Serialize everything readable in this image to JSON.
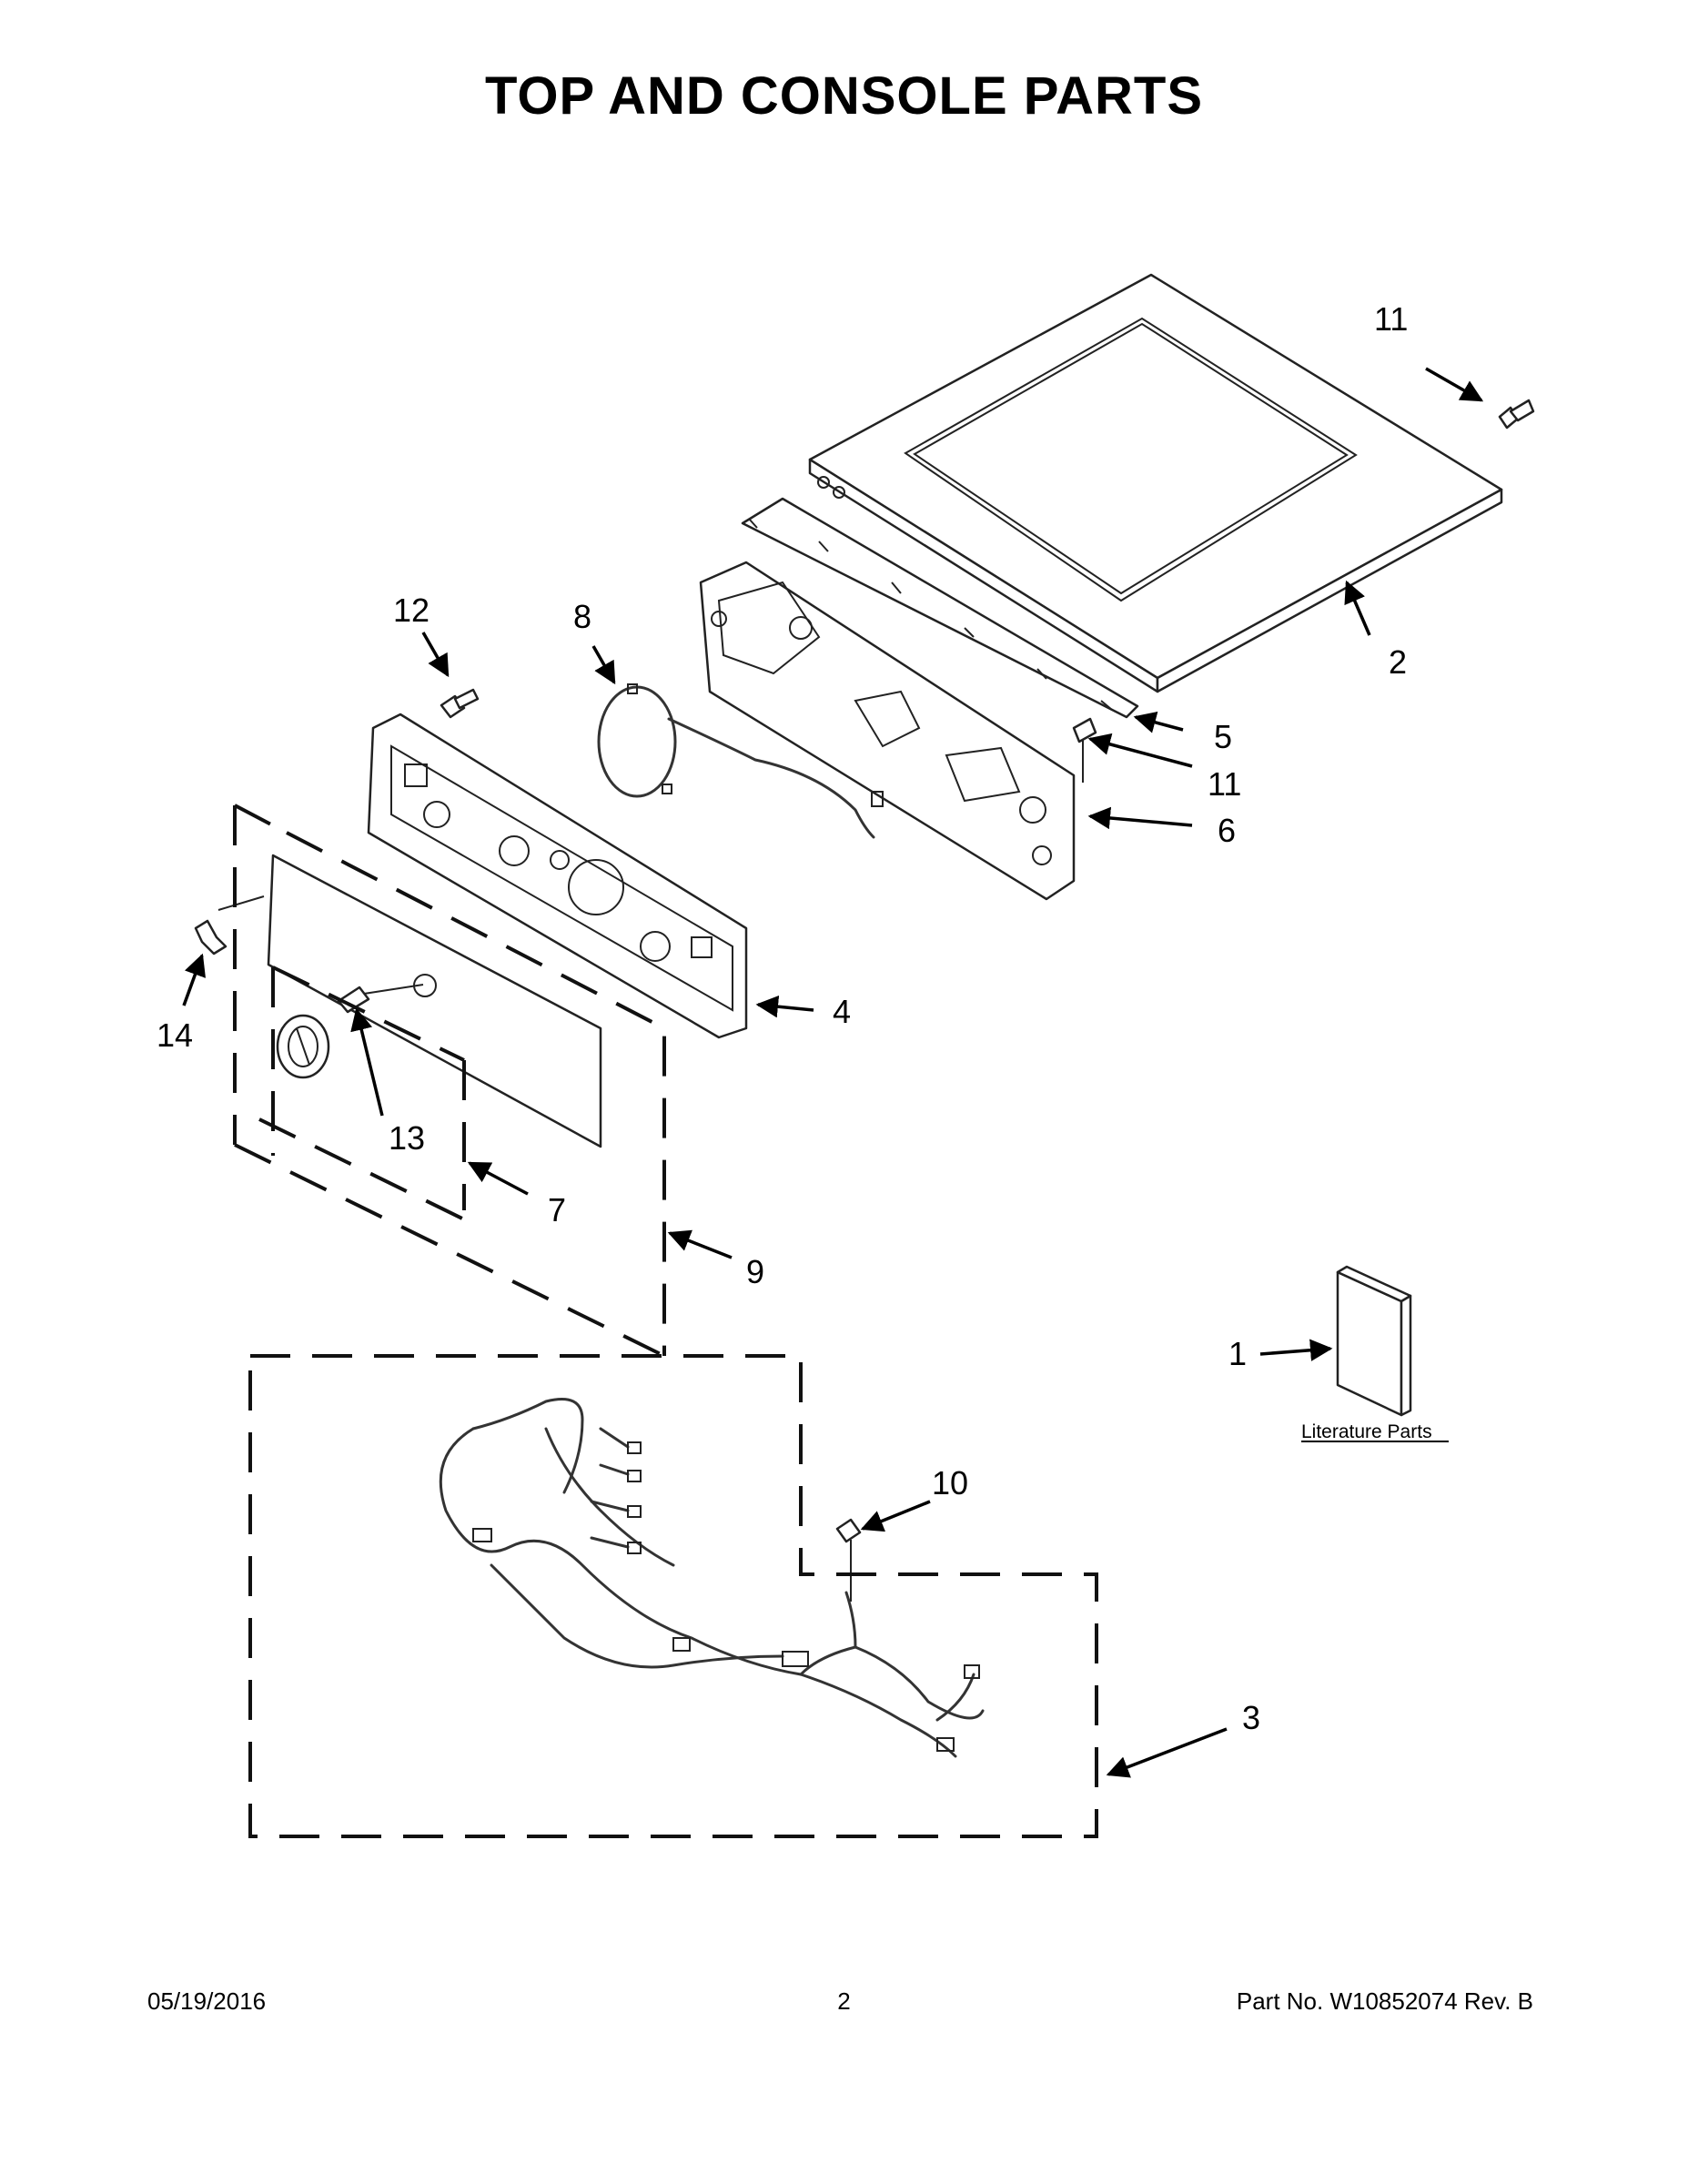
{
  "title": "TOP AND CONSOLE PARTS",
  "callouts": {
    "c1": "1",
    "c2": "2",
    "c3": "3",
    "c4": "4",
    "c5": "5",
    "c6": "6",
    "c7": "7",
    "c8": "8",
    "c9": "9",
    "c10": "10",
    "c11a": "11",
    "c11b": "11",
    "c12": "12",
    "c13": "13",
    "c14": "14"
  },
  "literature_label": "Literature Parts",
  "footer": {
    "date": "05/19/2016",
    "page": "2",
    "part_number": "Part No.  W10852074  Rev.  B"
  }
}
